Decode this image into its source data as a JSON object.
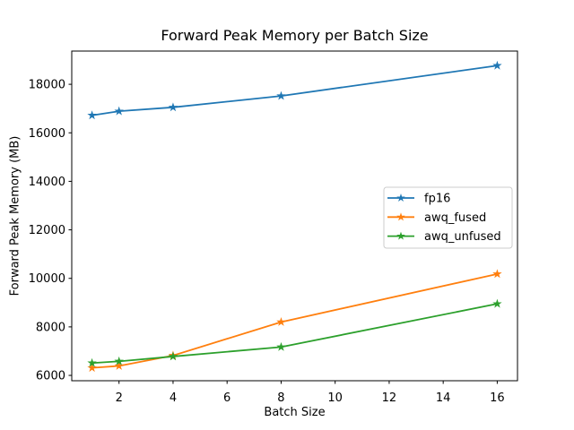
{
  "window": {
    "background": "#ffffff"
  },
  "chart_data": {
    "type": "line",
    "title": "Forward Peak Memory per Batch Size",
    "xlabel": "Batch Size",
    "ylabel": "Forward Peak Memory (MB)",
    "x": [
      1,
      2,
      4,
      8,
      16
    ],
    "series": [
      {
        "name": "fp16",
        "color": "#1f77b4",
        "marker": "star",
        "values": [
          16720,
          16890,
          17050,
          17520,
          18770
        ]
      },
      {
        "name": "awq_fused",
        "color": "#ff7f0e",
        "marker": "star",
        "values": [
          6310,
          6390,
          6820,
          8200,
          10180
        ]
      },
      {
        "name": "awq_unfused",
        "color": "#2ca02c",
        "marker": "star",
        "values": [
          6510,
          6580,
          6780,
          7170,
          8950
        ]
      }
    ],
    "xticks": [
      2,
      4,
      6,
      8,
      10,
      12,
      14,
      16
    ],
    "yticks": [
      6000,
      8000,
      10000,
      12000,
      14000,
      16000,
      18000
    ],
    "xlim": [
      0.25,
      16.75
    ],
    "ylim": [
      5780,
      19370
    ],
    "grid": false,
    "legend_position": "center right",
    "axis_color": "#000000",
    "legend_border_color": "#cccccc",
    "legend_background": "#ffffff"
  }
}
